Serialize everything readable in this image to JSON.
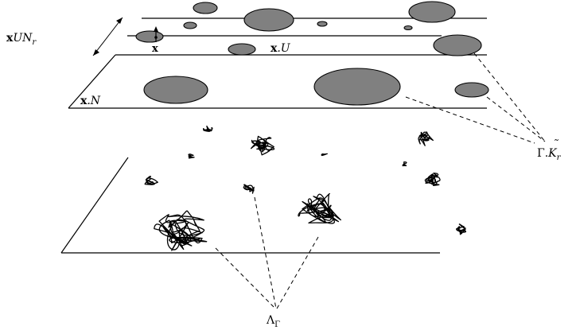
{
  "labels": {
    "xUNr_bold": "x",
    "xUNr_rest": "UN",
    "xUNr_sub": "r",
    "x_point": "x",
    "xU_bold": "x",
    "xU_rest": ".U",
    "xN_bold": "x",
    "xN_rest": ".N",
    "gammaK_pre": "Γ.",
    "gammaK_K": "K",
    "gammaK_tilde": "˜",
    "gammaK_sub": "r",
    "lambda_main": "Λ",
    "lambda_sub": "Γ"
  },
  "colors": {
    "disk_fill": "#808080",
    "stroke": "#000000"
  },
  "icons": {
    "orbit_arrow": "double-headed-arrow",
    "scribble": "tangled-loop"
  }
}
